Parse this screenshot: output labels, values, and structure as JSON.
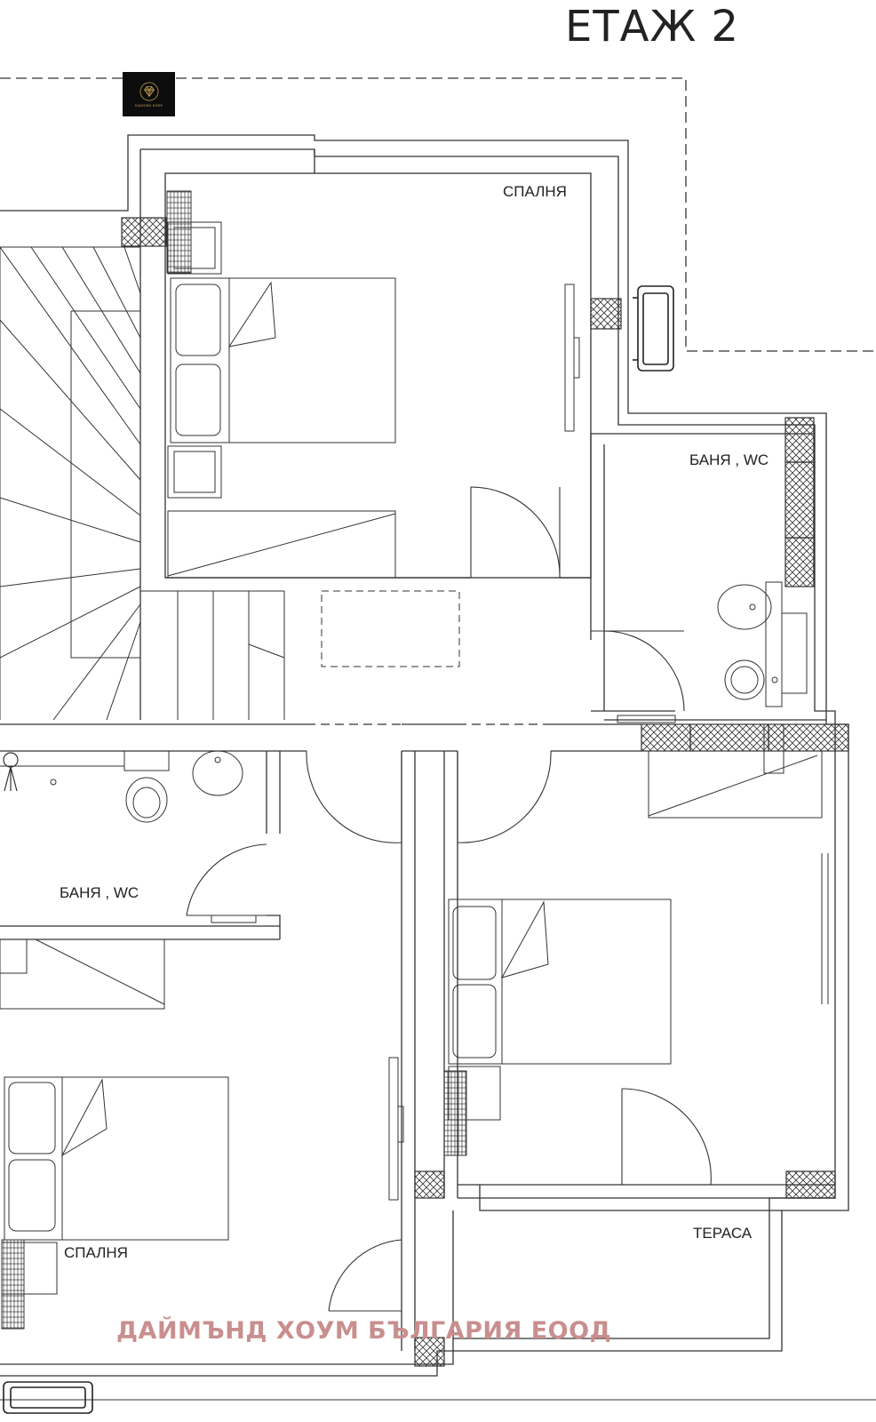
{
  "plan": {
    "floor_title": "ЕТАЖ 2",
    "rooms": {
      "bedroom_top": "СПАЛНЯ",
      "bath_right": "БАНЯ , WC",
      "bath_left": "БАНЯ , WC",
      "bedroom_bottom": "СПАЛНЯ",
      "terrace": "ТЕРАСА"
    },
    "watermark": "ДАЙМЪНД ХОУМ БЪЛГАРИЯ ЕООД",
    "logo": {
      "icon": "diamond-icon",
      "text": "DIAMOND HOME",
      "accent_color": "#c9a452",
      "background": "#0d0d0d"
    },
    "colors": {
      "line": "#333333",
      "watermark": "#c98e8e"
    }
  }
}
